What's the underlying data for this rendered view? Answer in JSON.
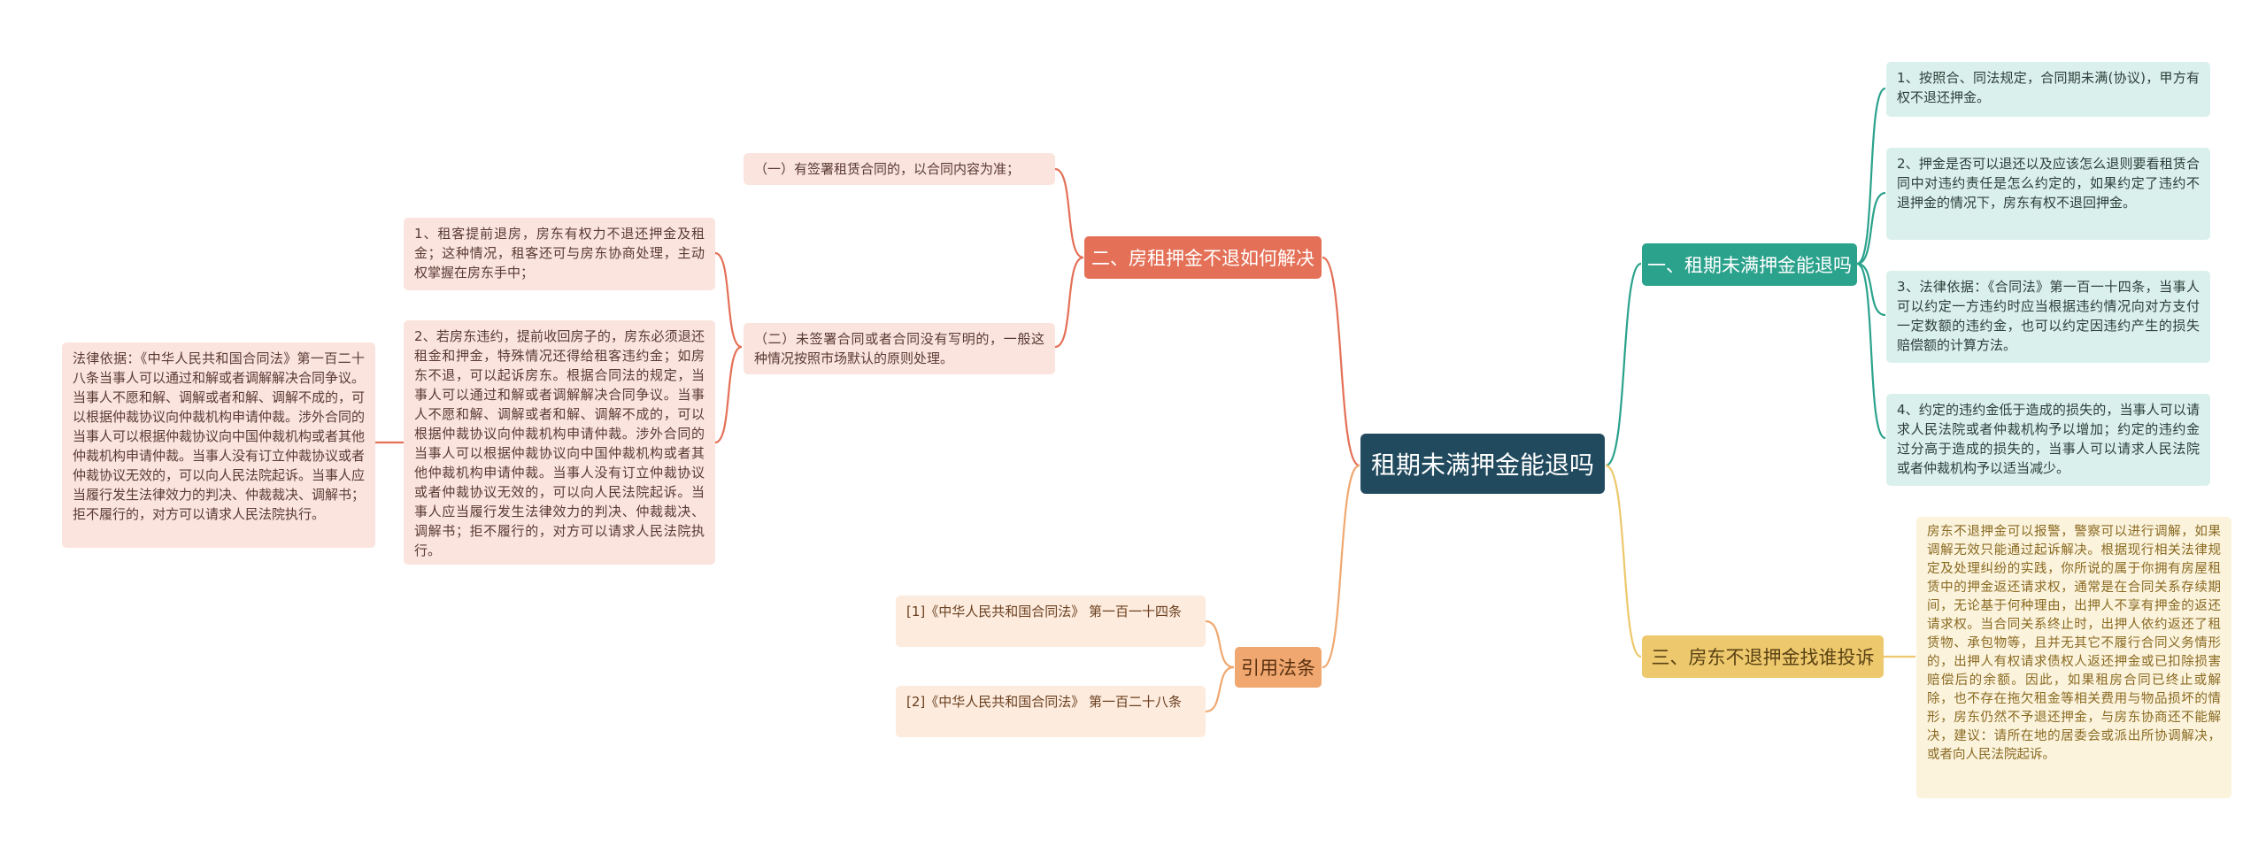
{
  "root": {
    "title": "租期未满押金能退吗"
  },
  "colors": {
    "root": "#214a5e",
    "teal": "#2ba28c",
    "yellow": "#edc86c",
    "red": "#e47057",
    "orange": "#f0a870"
  },
  "right": {
    "branch1": {
      "label": "一、租期未满押金能退吗",
      "items": [
        "1、按照合、同法规定，合同期未满(协议)，甲方有权不退还押金。",
        "2、押金是否可以退还以及应该怎么退则要看租赁合同中对违约责任是怎么约定的，如果约定了违约不退押金的情况下，房东有权不退回押金。",
        "3、法律依据：《合同法》第一百一十四条，当事人可以约定一方违约时应当根据违约情况向对方支付一定数额的违约金，也可以约定因违约产生的损失赔偿额的计算方法。",
        "4、约定的违约金低于造成的损失的，当事人可以请求人民法院或者仲裁机构予以增加；约定的违约金过分高于造成的损失的，当事人可以请求人民法院或者仲裁机构予以适当减少。"
      ]
    },
    "branch2": {
      "label": "三、房东不退押金找谁投诉",
      "items": [
        "房东不退押金可以报警，警察可以进行调解，如果调解无效只能通过起诉解决。根据现行相关法律规定及处理纠纷的实践，你所说的属于你拥有房屋租赁中的押金返还请求权，通常是在合同关系存续期间，无论基于何种理由，出押人不享有押金的返还请求权。当合同关系终止时，出押人依约返还了租赁物、承包物等，且并无其它不履行合同义务情形的，出押人有权请求债权人返还押金或已扣除损害赔偿后的余额。因此，如果租房合同已终止或解除，也不存在拖欠租金等相关费用与物品损坏的情形，房东仍然不予退还押金，与房东协商还不能解决，建议：请所在地的居委会或派出所协调解决，或者向人民法院起诉。"
      ]
    }
  },
  "left": {
    "branch1": {
      "label": "二、房租押金不退如何解决",
      "items": [
        "（一）有签署租赁合同的，以合同内容为准；",
        "（二）未签署合同或者合同没有写明的，一般这种情况按照市场默认的原则处理。"
      ],
      "sub_items": [
        "1、租客提前退房，房东有权力不退还押金及租金；这种情况，租客还可与房东协商处理，主动权掌握在房东手中；",
        "2、若房东违约，提前收回房子的，房东必须退还租金和押金，特殊情况还得给租客违约金；如房东不退，可以起诉房东。根据合同法的规定，当事人可以通过和解或者调解解决合同争议。当事人不愿和解、调解或者和解、调解不成的，可以根据仲裁协议向仲裁机构申请仲裁。涉外合同的当事人可以根据仲裁协议向中国仲裁机构或者其他仲裁机构申请仲裁。当事人没有订立仲裁协议或者仲裁协议无效的，可以向人民法院起诉。当事人应当履行发生法律效力的判决、仲裁裁决、调解书；拒不履行的，对方可以请求人民法院执行。"
      ],
      "law_note": "法律依据：《中华人民共和国合同法》第一百二十八条当事人可以通过和解或者调解解决合同争议。当事人不愿和解、调解或者和解、调解不成的，可以根据仲裁协议向仲裁机构申请仲裁。涉外合同的当事人可以根据仲裁协议向中国仲裁机构或者其他仲裁机构申请仲裁。当事人没有订立仲裁协议或者仲裁协议无效的，可以向人民法院起诉。当事人应当履行发生法律效力的判决、仲裁裁决、调解书；拒不履行的，对方可以请求人民法院执行。"
    },
    "branch2": {
      "label": "引用法条",
      "items": [
        "[1]《中华人民共和国合同法》 第一百一十四条",
        "[2]《中华人民共和国合同法》 第一百二十八条"
      ]
    }
  }
}
